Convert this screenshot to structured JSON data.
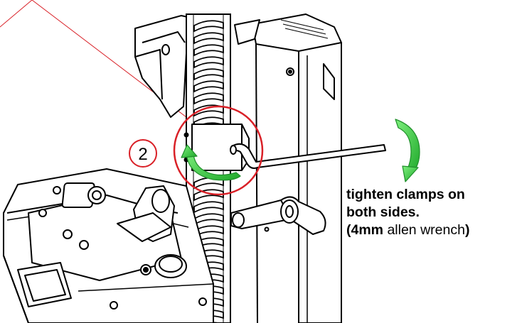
{
  "step_label": "2",
  "instruction": {
    "line1": "tighten clamps on",
    "line2": "both sides.",
    "line3_open": "(",
    "line3_bold": "4mm",
    "line3_rest": " allen wrench",
    "line3_close": ")"
  },
  "colors": {
    "callout_red": "#d92027",
    "arrow_green": "#2ecc40",
    "arrow_green_dark": "#1f8f2a",
    "line": "#000000"
  }
}
